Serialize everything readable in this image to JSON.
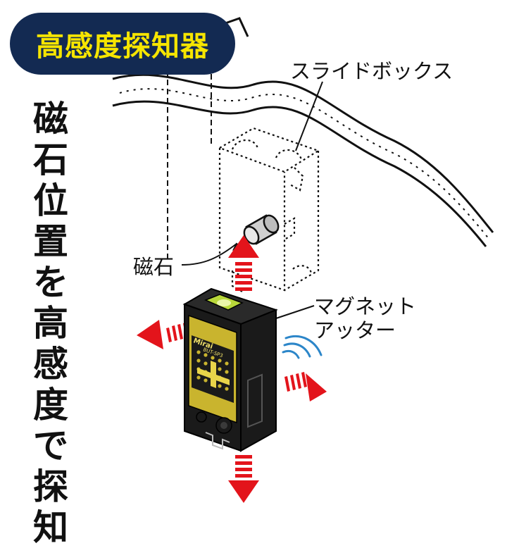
{
  "badge": {
    "text": "高感度探知器"
  },
  "vertical_title": {
    "chars": [
      "磁",
      "石",
      "位",
      "置",
      "を",
      "高",
      "感",
      "度",
      "で",
      "探",
      "知"
    ]
  },
  "labels": {
    "slide_box": "スライドボックス",
    "magnet": "磁石",
    "device_line1": "マグネット",
    "device_line2": "アッター"
  },
  "device": {
    "brand": "Mirai",
    "model": "BUT-SP3"
  },
  "colors": {
    "badge_bg": "#132a52",
    "badge_text": "#f6e500",
    "arrow_red": "#e3141b",
    "device_body": "#1a1a1a",
    "device_panel": "#c9b42e",
    "level_green": "#b9d83a",
    "wave_blue": "#2c86c9"
  },
  "icons": [
    "slide-box-icon",
    "magnet-icon",
    "device-icon",
    "arrow-up-icon",
    "arrow-left-icon",
    "arrow-right-icon",
    "arrow-down-icon",
    "signal-wave-icon"
  ]
}
